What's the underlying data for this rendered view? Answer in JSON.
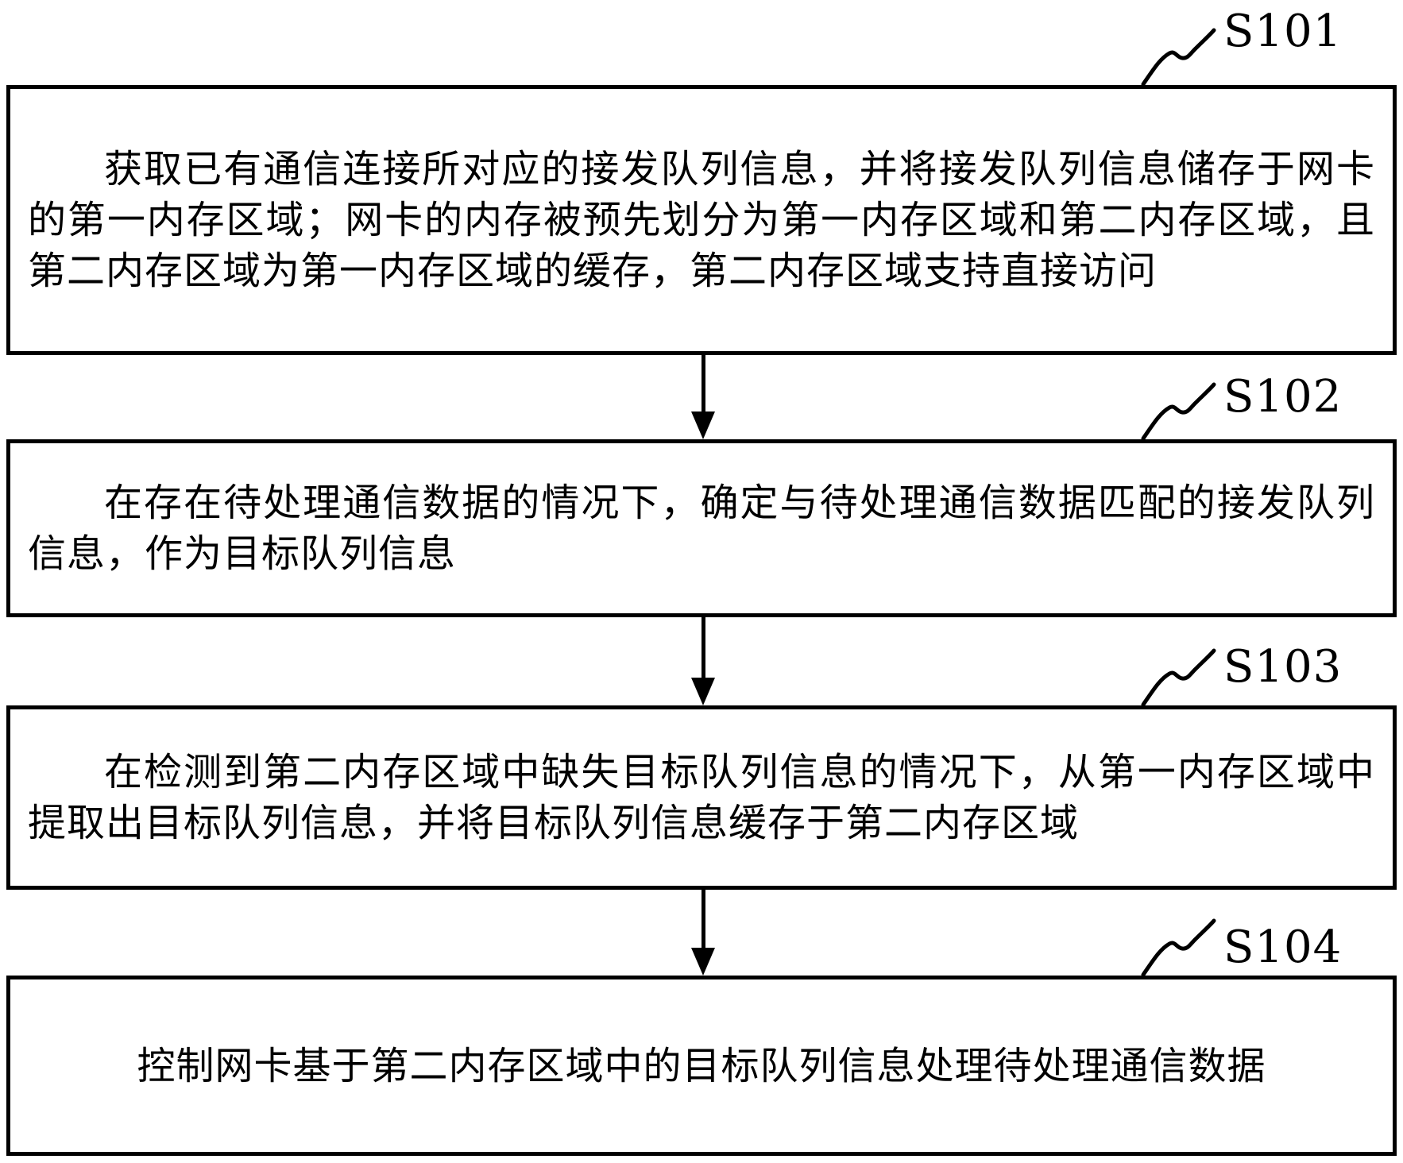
{
  "figure": {
    "type": "flowchart",
    "background_color": "#ffffff",
    "ink_color": "#000000",
    "steps": [
      {
        "label": "S101",
        "text": "获取已有通信连接所对应的接发队列信息，并将接发队列信息储存于网卡的第一内存区域；网卡的内存被预先划分为第一内存区域和第二内存区域，且第二内存区域为第一内存区域的缓存，第二内存区域支持直接访问",
        "lines": [
          "获取已有通信连接所对应的接发队列信息，并将接发队列信息储存于网卡",
          "的第一内存区域；网卡的内存被预先划分为第一内存区域和第二内存区域，且",
          "第二内存区域为第一内存区域的缓存，第二内存区域支持直接访问"
        ]
      },
      {
        "label": "S102",
        "text": "在存在待处理通信数据的情况下，确定与待处理通信数据匹配的接发队列信息，作为目标队列信息",
        "lines": [
          "在存在待处理通信数据的情况下，确定与待处理通信数据匹配的接发队列",
          "信息，作为目标队列信息"
        ]
      },
      {
        "label": "S103",
        "text": "在检测到第二内存区域中缺失目标队列信息的情况下，从第一内存区域中提取出目标队列信息，并将目标队列信息缓存于第二内存区域",
        "lines": [
          "在检测到第二内存区域中缺失目标队列信息的情况下，从第一内存区域中",
          "提取出目标队列信息，并将目标队列信息缓存于第二内存区域"
        ]
      },
      {
        "label": "S104",
        "text": "控制网卡基于第二内存区域中的目标队列信息处理待处理通信数据",
        "lines": [
          "控制网卡基于第二内存区域中的目标队列信息处理待处理通信数据"
        ]
      }
    ]
  }
}
